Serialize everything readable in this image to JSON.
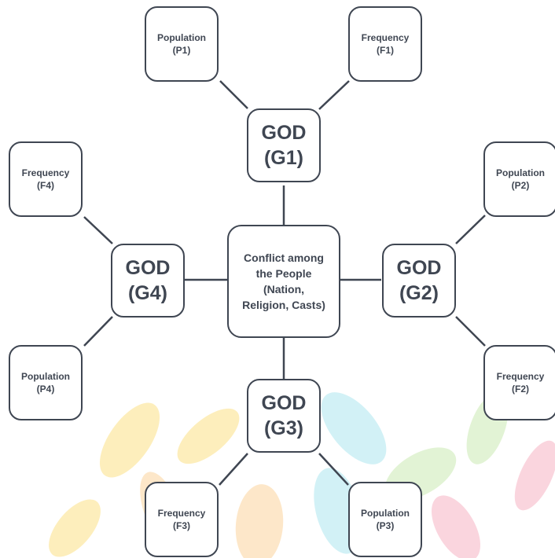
{
  "nodes": {
    "center": "Conflict among\nthe People\n(Nation,\nReligion, Casts)",
    "g1": "GOD\n(G1)",
    "g2": "GOD\n(G2)",
    "g3": "GOD\n(G3)",
    "g4": "GOD\n(G4)",
    "p1": "Population\n(P1)",
    "f1": "Frequency\n(F1)",
    "p2": "Population\n(P2)",
    "f2": "Frequency\n(F2)",
    "f3": "Frequency\n(F3)",
    "p3": "Population\n(P3)",
    "f4": "Frequency\n(F4)",
    "p4": "Population\n(P4)"
  },
  "colors": {
    "stroke": "#3f4652",
    "text": "#3f4652",
    "background": "#ffffff",
    "leaf_yellow": "#fde9a6",
    "leaf_cyan": "#c3edf3",
    "leaf_pink": "#f9c8d4",
    "leaf_green": "#d9f0c7",
    "leaf_orange": "#fde0b8"
  }
}
